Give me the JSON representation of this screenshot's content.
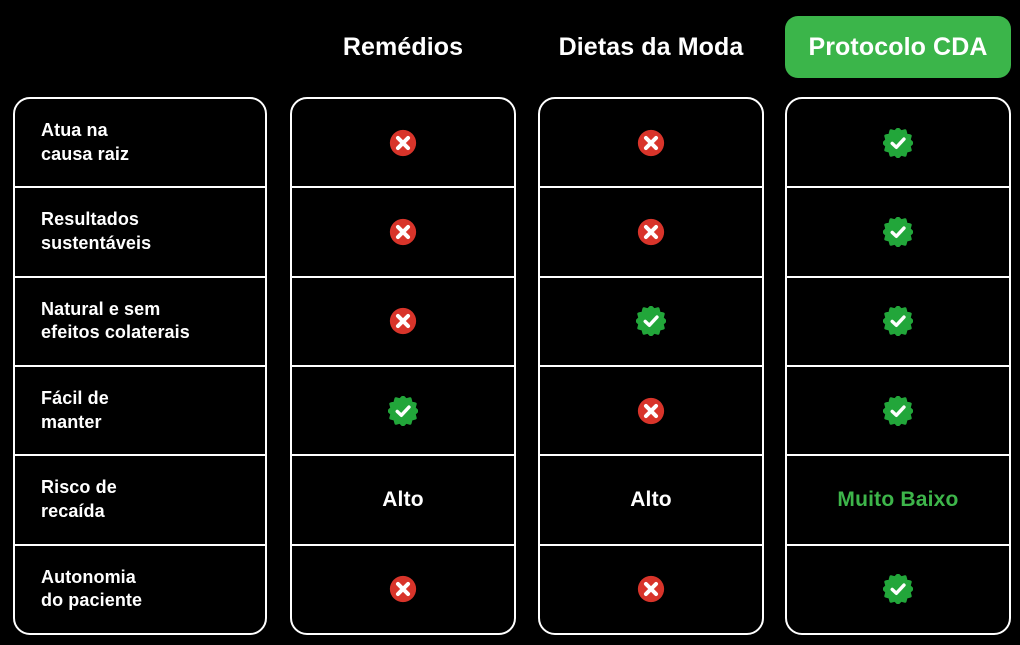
{
  "palette": {
    "background": "#000000",
    "border": "#ffffff",
    "text": "#ffffff",
    "accent_green": "#3BB54A",
    "value_green": "#3DB54A",
    "icon_green": "#22A63A",
    "icon_red": "#D8342A"
  },
  "header": {
    "label_column": "",
    "columns": [
      {
        "title": "Remédios",
        "highlight": false
      },
      {
        "title": "Dietas da Moda",
        "highlight": false
      },
      {
        "title": "Protocolo CDA",
        "highlight": true
      }
    ]
  },
  "table": {
    "rows": [
      {
        "label": "Atua na\ncausa raiz",
        "label_line1": "Atua na",
        "label_line2": "causa raiz",
        "cells": [
          {
            "type": "icon",
            "icon": "cross-circle-icon",
            "value": ""
          },
          {
            "type": "icon",
            "icon": "cross-circle-icon",
            "value": ""
          },
          {
            "type": "icon",
            "icon": "check-badge-icon",
            "value": ""
          }
        ]
      },
      {
        "label": "Resultados\nsustentáveis",
        "label_line1": "Resultados",
        "label_line2": "sustentáveis",
        "cells": [
          {
            "type": "icon",
            "icon": "cross-circle-icon",
            "value": ""
          },
          {
            "type": "icon",
            "icon": "cross-circle-icon",
            "value": ""
          },
          {
            "type": "icon",
            "icon": "check-badge-icon",
            "value": ""
          }
        ]
      },
      {
        "label": "Natural e sem\nefeitos colaterais",
        "label_line1": "Natural e sem",
        "label_line2": "efeitos colaterais",
        "cells": [
          {
            "type": "icon",
            "icon": "cross-circle-icon",
            "value": ""
          },
          {
            "type": "icon",
            "icon": "check-badge-icon",
            "value": ""
          },
          {
            "type": "icon",
            "icon": "check-badge-icon",
            "value": ""
          }
        ]
      },
      {
        "label": "Fácil de\nmanter",
        "label_line1": "Fácil de",
        "label_line2": "manter",
        "cells": [
          {
            "type": "icon",
            "icon": "check-badge-icon",
            "value": ""
          },
          {
            "type": "icon",
            "icon": "cross-circle-icon",
            "value": ""
          },
          {
            "type": "icon",
            "icon": "check-badge-icon",
            "value": ""
          }
        ]
      },
      {
        "label": "Risco de\nrecaída",
        "label_line1": "Risco de",
        "label_line2": "recaída",
        "cells": [
          {
            "type": "text",
            "icon": "",
            "value": "Alto",
            "color": "white"
          },
          {
            "type": "text",
            "icon": "",
            "value": "Alto",
            "color": "white"
          },
          {
            "type": "text",
            "icon": "",
            "value": "Muito Baixo",
            "color": "green"
          }
        ]
      },
      {
        "label": "Autonomia\ndo paciente",
        "label_line1": "Autonomia",
        "label_line2": "do paciente",
        "cells": [
          {
            "type": "icon",
            "icon": "cross-circle-icon",
            "value": ""
          },
          {
            "type": "icon",
            "icon": "cross-circle-icon",
            "value": ""
          },
          {
            "type": "icon",
            "icon": "check-badge-icon",
            "value": ""
          }
        ]
      }
    ]
  }
}
